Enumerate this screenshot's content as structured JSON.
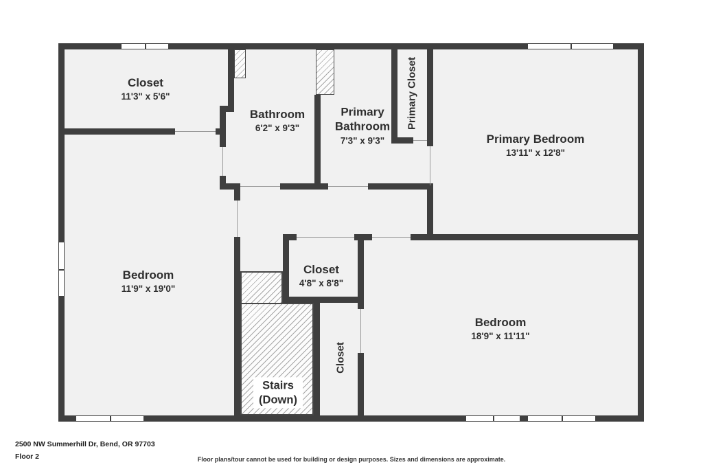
{
  "rooms": {
    "closet_top": {
      "label": "Closet",
      "dims": "11'3\" x 5'6\""
    },
    "bathroom": {
      "label": "Bathroom",
      "dims": "6'2\" x 9'3\""
    },
    "primary_bathroom": {
      "label": "Primary Bathroom",
      "dims": "7'3\" x 9'3\""
    },
    "primary_closet": {
      "label": "Primary Closet"
    },
    "primary_bedroom": {
      "label": "Primary Bedroom",
      "dims": "13'11\" x 12'8\""
    },
    "bedroom_left": {
      "label": "Bedroom",
      "dims": "11'9\" x 19'0\""
    },
    "closet_mid": {
      "label": "Closet",
      "dims": "4'8\" x 8'8\""
    },
    "closet_vertical": {
      "label": "Closet"
    },
    "bedroom_right": {
      "label": "Bedroom",
      "dims": "18'9\" x 11'11\""
    },
    "stairs": {
      "label": "Stairs",
      "sub": "(Down)"
    }
  },
  "footer": {
    "address": "2500 NW Summerhill Dr, Bend, OR 97703",
    "floor": "Floor 2",
    "disclaimer": "Floor plans/tour cannot be used for building or design purposes. Sizes and dimensions are approximate."
  },
  "colors": {
    "wall": "#3f3f3f",
    "room_fill": "#f1f1f1"
  }
}
